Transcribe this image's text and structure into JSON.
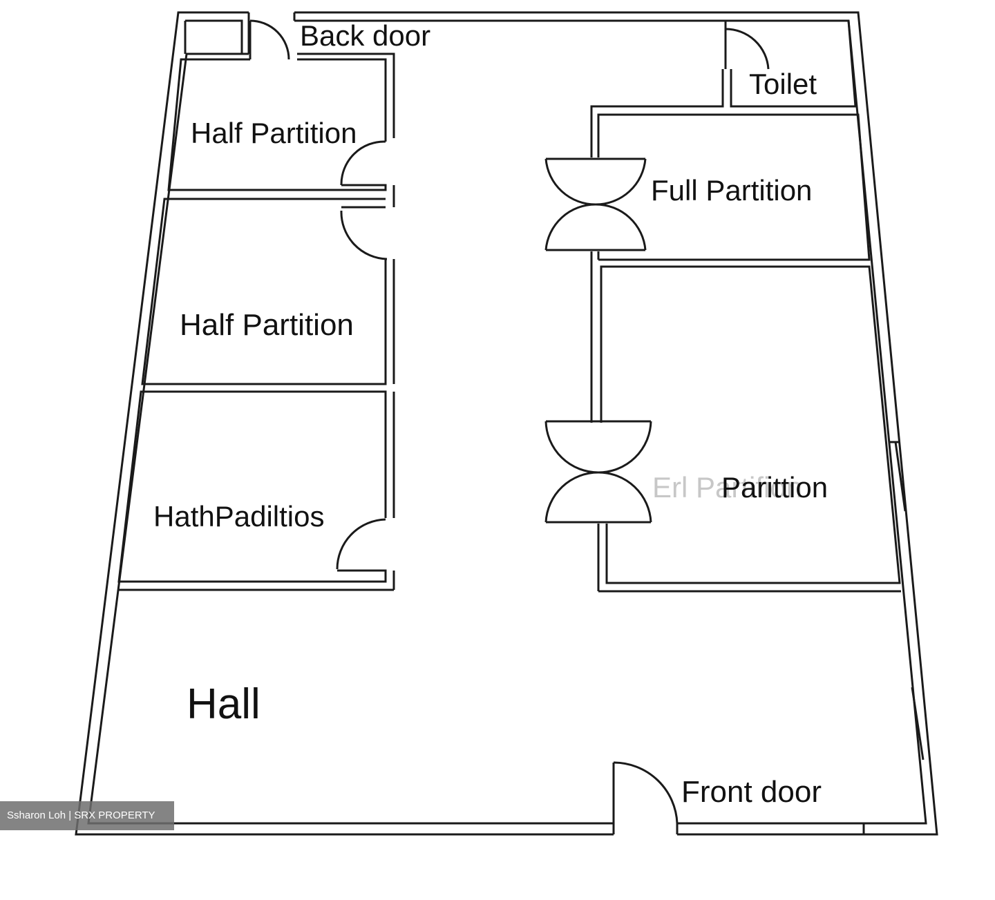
{
  "rooms": {
    "back_door": "Back door",
    "toilet": "Toilet",
    "half_partition_1": "Half Partition",
    "half_partition_2": "Half Partition",
    "half_partition_3": "HathPadiltios",
    "full_partition_1": "Full Partition",
    "full_partition_2_ghost": "Erl Partifion",
    "full_partition_2": "Parittion",
    "hall": "Hall",
    "front_door": "Front door"
  },
  "watermark": "Ssharon Loh | SRX PROPERTY"
}
